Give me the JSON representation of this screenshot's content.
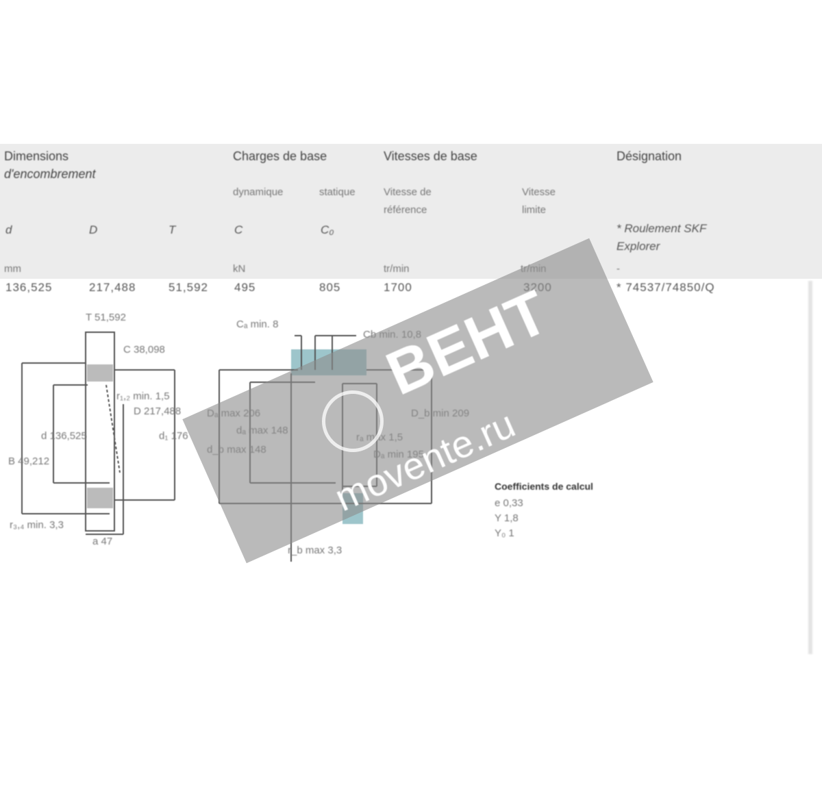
{
  "table": {
    "group_headers": {
      "dimensions": "Dimensions",
      "dimensions_sub": "d'encombrement",
      "charges": "Charges de base",
      "vitesses": "Vitesses de base",
      "designation": "Désignation"
    },
    "sub_headers": {
      "dynamique": "dynamique",
      "statique": "statique",
      "vitesse_ref_1": "Vitesse de",
      "vitesse_ref_2": "référence",
      "vitesse_lim_1": "Vitesse",
      "vitesse_lim_2": "limite",
      "explorer_1": "* Roulement SKF",
      "explorer_2": "Explorer"
    },
    "symbols": {
      "d": "d",
      "D": "D",
      "T": "T",
      "C": "C",
      "C0": "C₀"
    },
    "units": {
      "mm": "mm",
      "kN": "kN",
      "rpm_ref": "tr/min",
      "rpm_lim": "tr/min",
      "dash": "-"
    },
    "row": {
      "d": "136,525",
      "D": "217,488",
      "T": "51,592",
      "C": "495",
      "C0": "805",
      "v_ref": "1700",
      "v_lim": "3200",
      "designation": "* 74537/74850/Q"
    }
  },
  "drawing_left": {
    "labels": {
      "T": "T 51,592",
      "C": "C 38,098",
      "r12": "r₁,₂ min. 1,5",
      "B": "B 49,212",
      "d": "d 136,525",
      "D": "D 217,488",
      "d1": "d₁ 176",
      "r34": "r₃,₄ min. 3,3",
      "a": "a 47"
    }
  },
  "drawing_right": {
    "labels": {
      "ca_min": "Cₐ min. 8",
      "cb_min": "Cb min. 10,8",
      "Da_max": "Dₐ max 206",
      "da_max": "dₐ max 148",
      "db_max": "d_b max 148",
      "Db_min": "D_b min 209",
      "Da_min": "Dₐ min 195",
      "ra": "rₐ max 1,5",
      "rb": "r_b max 3,3"
    }
  },
  "coefficients": {
    "title": "Coefficients de calcul",
    "e": "e 0,33",
    "Y": "Y 1,8",
    "Y0": "Y₀ 1"
  },
  "watermark": {
    "brand": "ВЕНТ",
    "url": "movente.ru"
  },
  "colors": {
    "band": "#ececec",
    "watermark": "#969696",
    "highlight": "#5c9ea8"
  }
}
